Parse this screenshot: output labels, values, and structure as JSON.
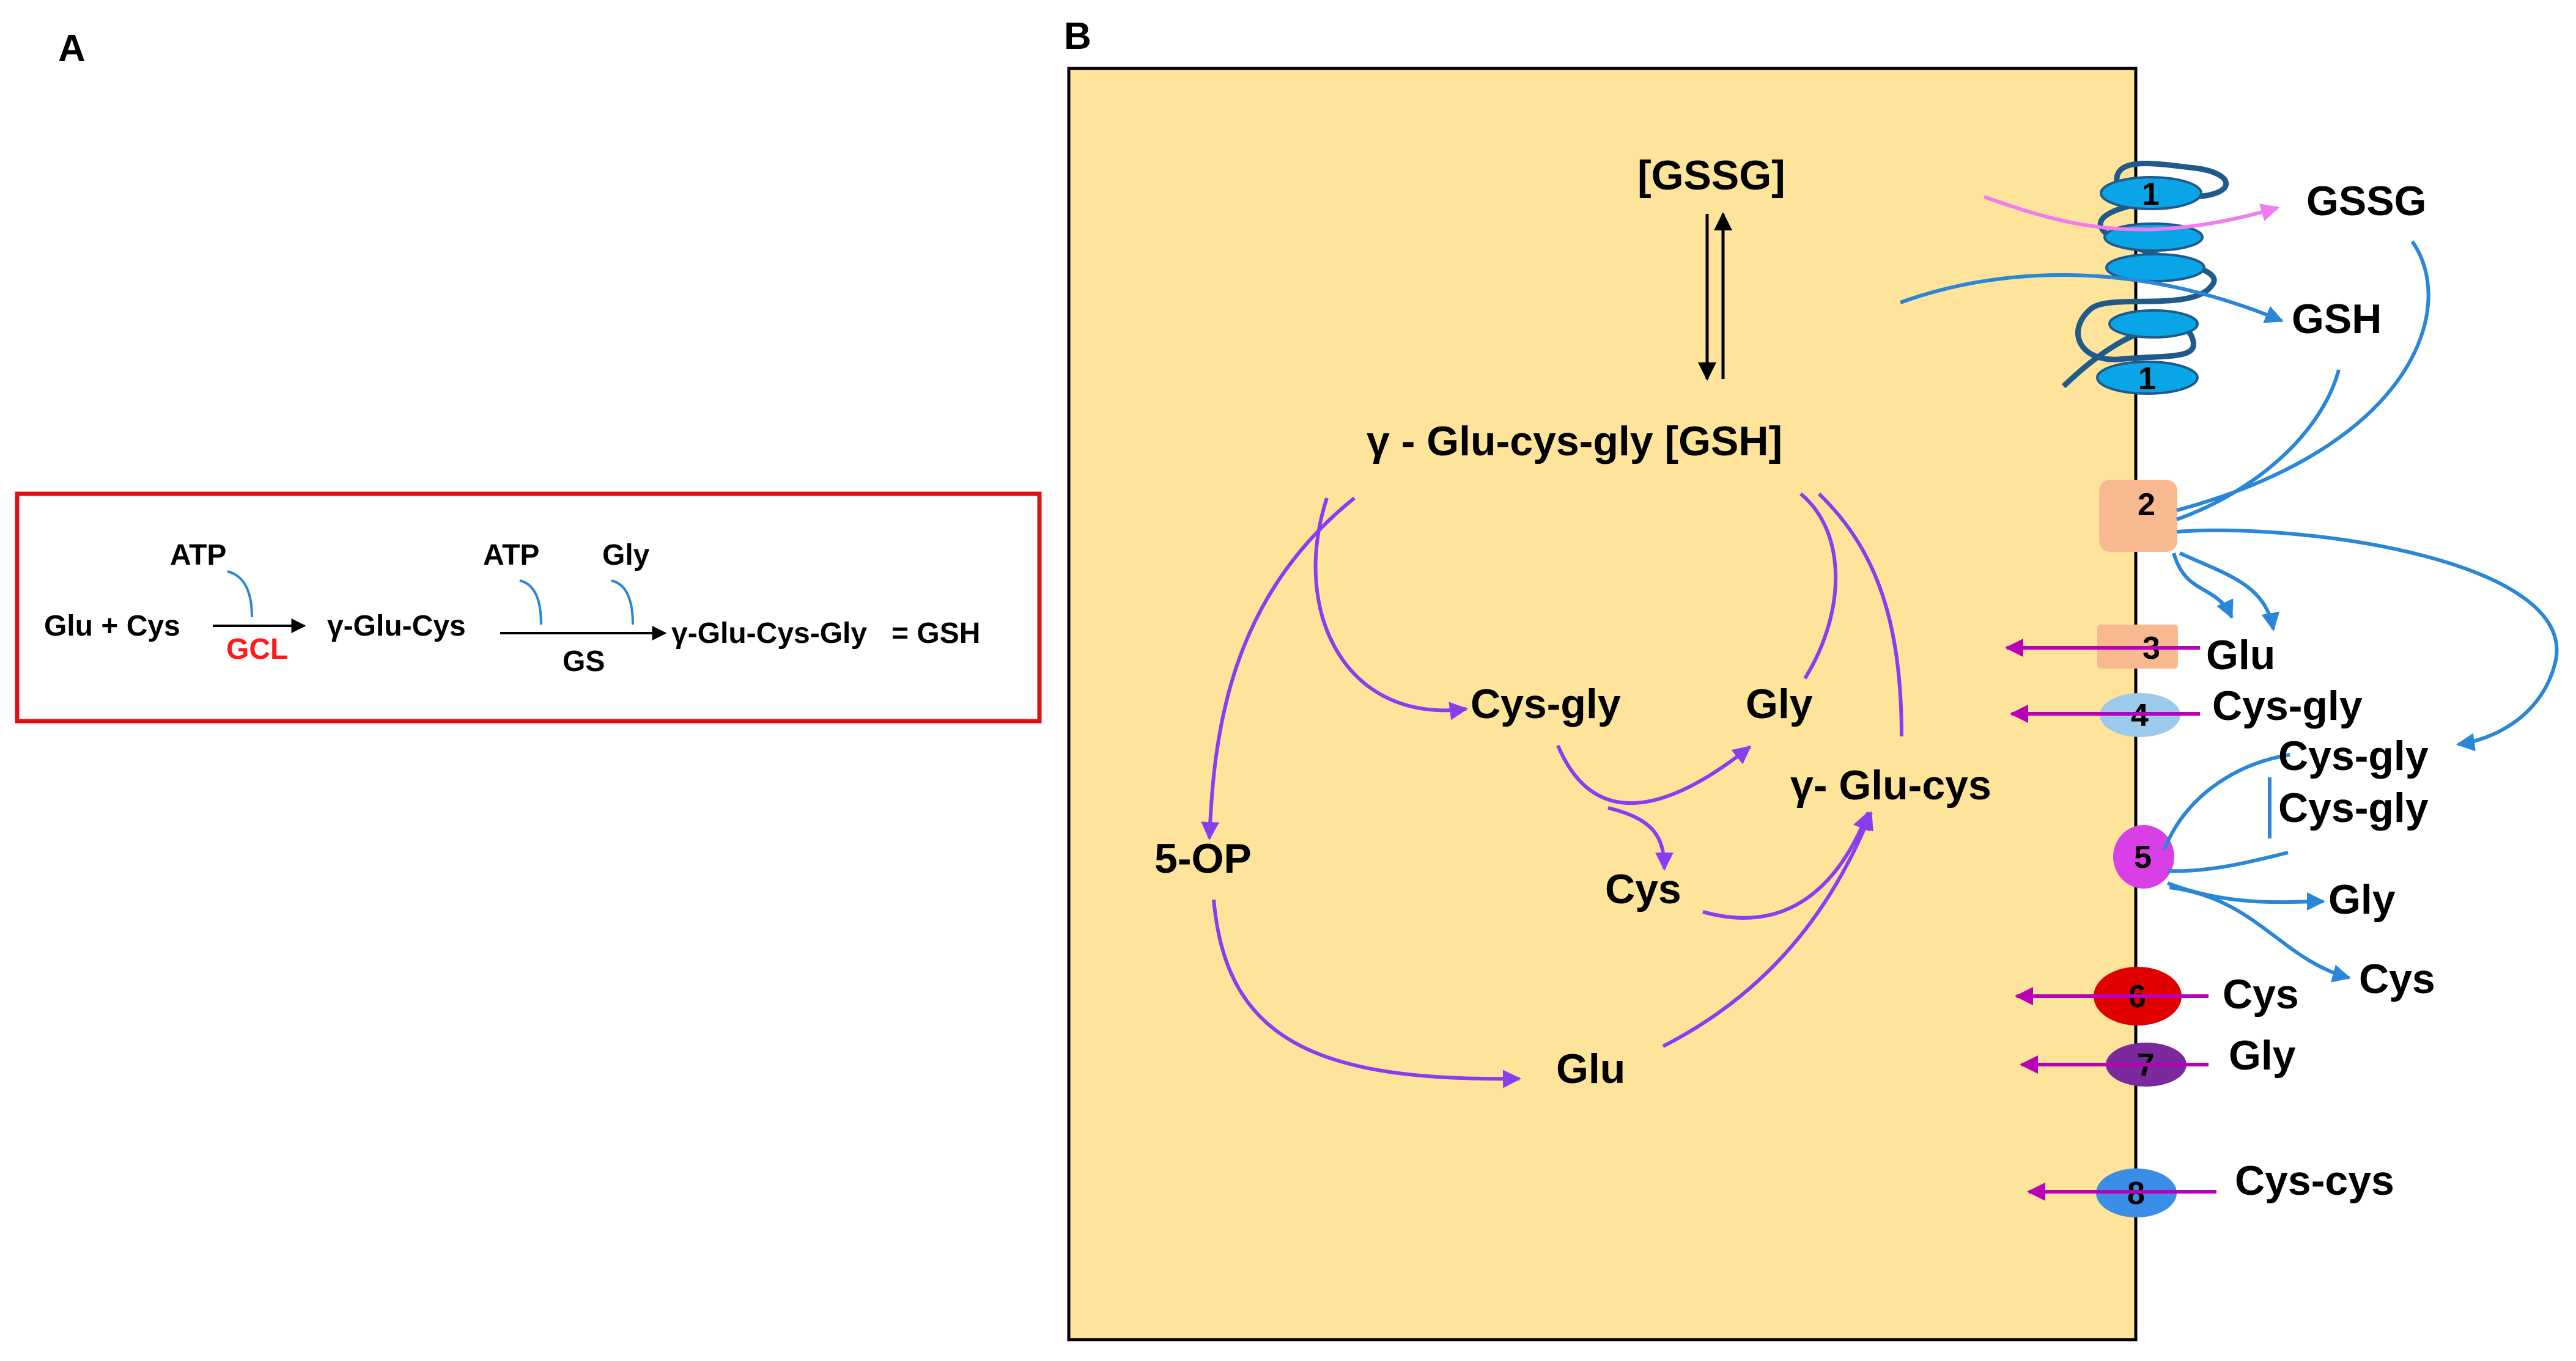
{
  "panel_a": {
    "letter": "A",
    "equation": {
      "glu_cys": "Glu + Cys",
      "atp_1": "ATP",
      "enzyme_1": "GCL",
      "gamma_glu_cys": "γ-Glu-Cys",
      "atp_2": "ATP",
      "gly": "Gly",
      "enzyme_2": "GS",
      "product": "γ-Glu-Cys-Gly",
      "equals_gsh": "= GSH"
    }
  },
  "panel_b": {
    "letter": "B",
    "cell": {
      "gssg": "[GSSG]",
      "gsh": "γ - Glu-cys-gly [GSH]",
      "cys_gly": "Cys-gly",
      "gly": "Gly",
      "gamma_glu_cys": "γ- Glu-cys",
      "five_op": "5-OP",
      "cys": "Cys",
      "glu": "Glu"
    },
    "transporters": [
      {
        "id": "1",
        "color": "#0aa5e6"
      },
      {
        "id": "2",
        "color": "#f8b890"
      },
      {
        "id": "3",
        "color": "#f8b890"
      },
      {
        "id": "4",
        "color": "#9ccaec"
      },
      {
        "id": "5",
        "color": "#d840e6"
      },
      {
        "id": "6",
        "color": "#e00000"
      },
      {
        "id": "7",
        "color": "#7a2a9c"
      },
      {
        "id": "8",
        "color": "#3a8ee6"
      }
    ],
    "extracellular": {
      "gssg": "GSSG",
      "gsh": "GSH",
      "glu": "Glu",
      "cys_gly_1": "Cys-gly",
      "cys_gly_2": "Cys-gly",
      "cys_gly_3": "Cys-gly",
      "gly_1": "Gly",
      "cys_1": "Cys",
      "cys_2": "Cys",
      "gly_2": "Gly",
      "cys_cys": "Cys-cys"
    },
    "colors": {
      "cell_fill": "#fde49a",
      "purple_arrow": "#8a3cf0",
      "blue_arrow": "#2a86d6",
      "magenta_arrow": "#b800b8",
      "pink_arrow": "#f07cf0",
      "box_border": "#e01010"
    }
  }
}
